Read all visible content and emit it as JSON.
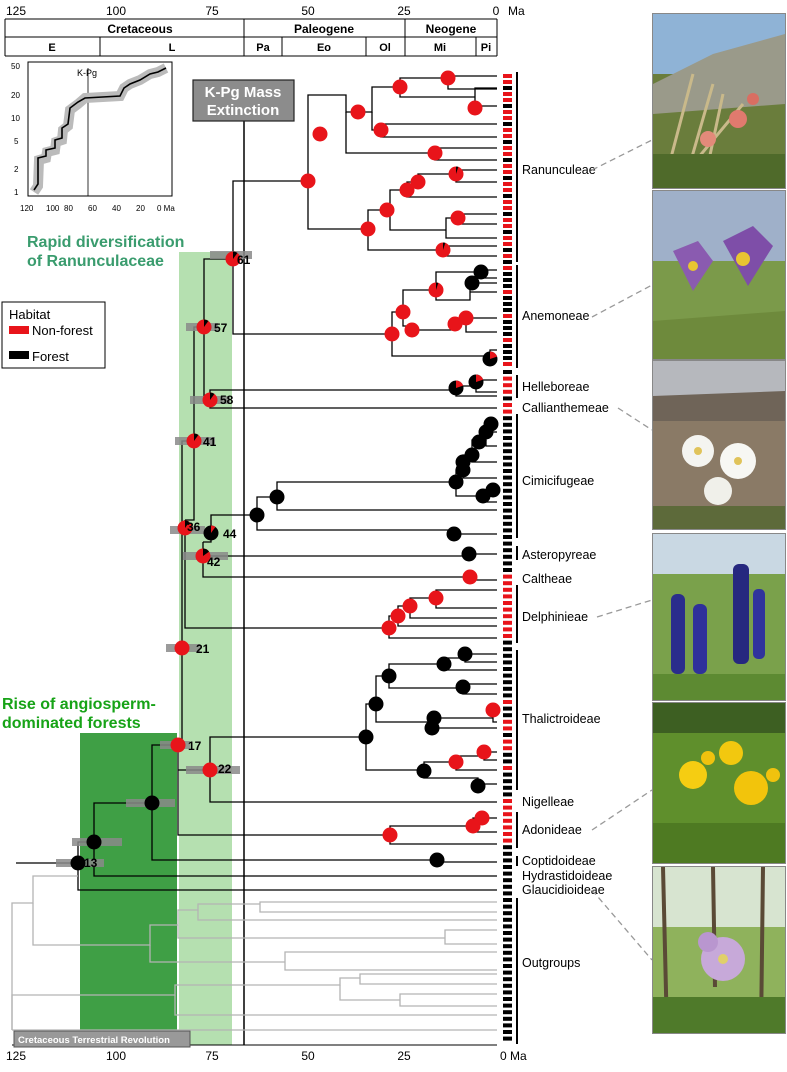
{
  "timescale": {
    "top_ticks": [
      "125",
      "100",
      "75",
      "50",
      "25",
      "0"
    ],
    "top_unit": "Ma",
    "periods": [
      {
        "label": "Cretaceous",
        "start": 125,
        "end": 66
      },
      {
        "label": "Paleogene",
        "start": 66,
        "end": 23
      },
      {
        "label": "Neogene",
        "start": 23,
        "end": 0
      }
    ],
    "epochs": [
      {
        "label": "E",
        "start": 125,
        "end": 100.5
      },
      {
        "label": "L",
        "start": 100.5,
        "end": 66
      },
      {
        "label": "Pa",
        "start": 66,
        "end": 56
      },
      {
        "label": "Eo",
        "start": 56,
        "end": 34
      },
      {
        "label": "Ol",
        "start": 34,
        "end": 23
      },
      {
        "label": "Mi",
        "start": 23,
        "end": 5.3
      },
      {
        "label": "Pi",
        "start": 5.3,
        "end": 0
      }
    ],
    "bottom_ticks": [
      "125",
      "100",
      "75",
      "50",
      "25"
    ],
    "bottom_zero": "0 Ma"
  },
  "inset": {
    "kpg_label": "K-Pg",
    "y_ticks": [
      "50",
      "20",
      "10",
      "5",
      "2",
      "1"
    ],
    "x_ticks": [
      "120",
      "80",
      "40",
      "0"
    ],
    "x_ticks_extra": [
      "100",
      "60",
      "20"
    ],
    "x_unit": "0 Ma"
  },
  "annotations": {
    "kpg_title_line1": "K-Pg Mass",
    "kpg_title_line2": "Extinction",
    "rapid_line1": "Rapid diversification",
    "rapid_line2": "of Ranunculaceae",
    "rise_line1": "Rise of angiosperm-",
    "rise_line2": "dominated forests",
    "ctr": "Cretaceous Terrestrial Revolution"
  },
  "legend": {
    "title": "Habitat",
    "items": [
      {
        "label": "Non-forest",
        "color": "#e8141a"
      },
      {
        "label": "Forest",
        "color": "#000000"
      }
    ]
  },
  "node_labels": [
    "61",
    "57",
    "58",
    "41",
    "36",
    "44",
    "42",
    "21",
    "17",
    "22",
    "13"
  ],
  "clades": [
    {
      "name": "Ranunculeae",
      "bracket": true
    },
    {
      "name": "Anemoneae",
      "bracket": true
    },
    {
      "name": "Helleboreae",
      "bracket": true
    },
    {
      "name": "Callianthemeae",
      "bracket": false
    },
    {
      "name": "Cimicifugeae",
      "bracket": true
    },
    {
      "name": "Asteropyreae",
      "bracket": true
    },
    {
      "name": "Caltheae",
      "bracket": false
    },
    {
      "name": "Delphinieae",
      "bracket": true
    },
    {
      "name": "Thalictroideae",
      "bracket": true
    },
    {
      "name": "Nigelleae",
      "bracket": false
    },
    {
      "name": "Adonideae",
      "bracket": true
    },
    {
      "name": "Coptidoideae",
      "bracket": true
    },
    {
      "name": "Hydrastidoideae",
      "bracket": false
    },
    {
      "name": "Glaucidioideae",
      "bracket": false
    },
    {
      "name": "Outgroups",
      "bracket": true
    }
  ],
  "colors": {
    "nonforest": "#e8141a",
    "forest": "#000000",
    "rapid_green": "#3a9c6e",
    "rise_green": "#17a317",
    "dark_band": "#3f9f45",
    "light_band": "#b5e0b0",
    "kpg_box": "#8c8c8c",
    "outgroup_line": "#b4b4b4",
    "ctr_box": "#999999"
  }
}
